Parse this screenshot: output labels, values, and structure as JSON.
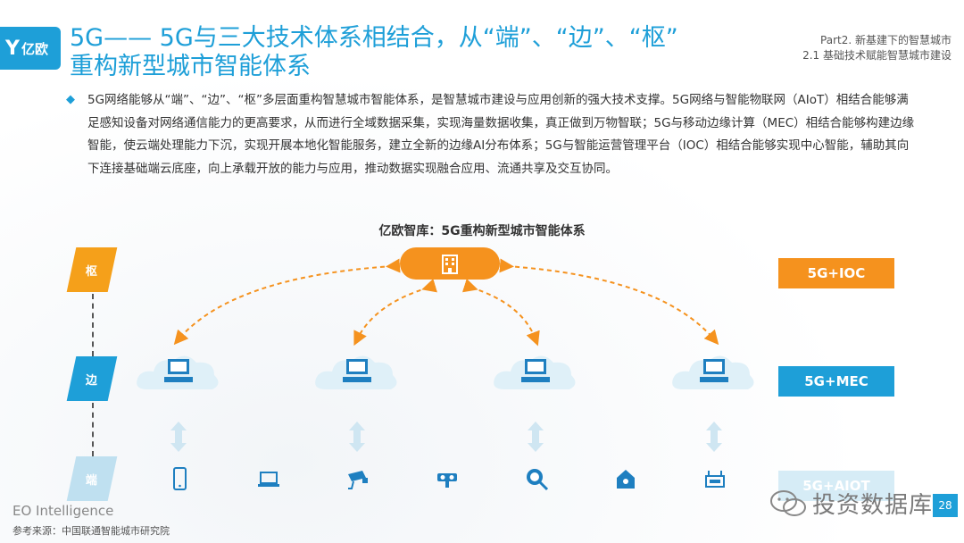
{
  "header": {
    "logo_text": "亿欧",
    "title_line1": "5G—— 5G与三大技术体系相结合，从“端”、“边”、“枢”",
    "title_line2": "重构新型城市智能体系",
    "part_line1": "Part2. 新基建下的智慧城市",
    "part_line2": "2.1 基础技术赋能智慧城市建设"
  },
  "body": {
    "paragraph": "5G网络能够从“端”、“边”、“枢”多层面重构智慧城市智能体系，是智慧城市建设与应用创新的强大技术支撑。5G网络与智能物联网（AIoT）相结合能够满足感知设备对网络通信能力的更高要求，从而进行全域数据采集，实现海量数据收集，真正做到万物智联；5G与移动边缘计算（MEC）相结合能够构建边缘智能，使云端处理能力下沉，实现开展本地化智能服务，建立全新的边缘AI分布体系；5G与智能运营管理平台（IOC）相结合能够实现中心智能，辅助其向下连接基础端云底座，向上承载开放的能力与应用，推动数据实现融合应用、流通共享及交互协同。"
  },
  "figure": {
    "title": "亿欧智库：5G重构新型城市智能体系",
    "levels": [
      "枢",
      "边",
      "端"
    ],
    "tags": [
      "5G+IOC",
      "5G+MEC",
      "5G+AIOT"
    ],
    "devices": [
      "phone-icon",
      "laptop-icon",
      "camera-icon",
      "sensor-icon",
      "magnifier-icon",
      "smart-home-icon",
      "router-icon"
    ]
  },
  "footer": {
    "brand": "EO Intelligence",
    "source": "参考来源：中国联通智能城市研究院",
    "watermark": "投资数据库",
    "page": "28"
  },
  "colors": {
    "accent_blue": "#1e9fd8",
    "accent_orange": "#f5921e"
  }
}
